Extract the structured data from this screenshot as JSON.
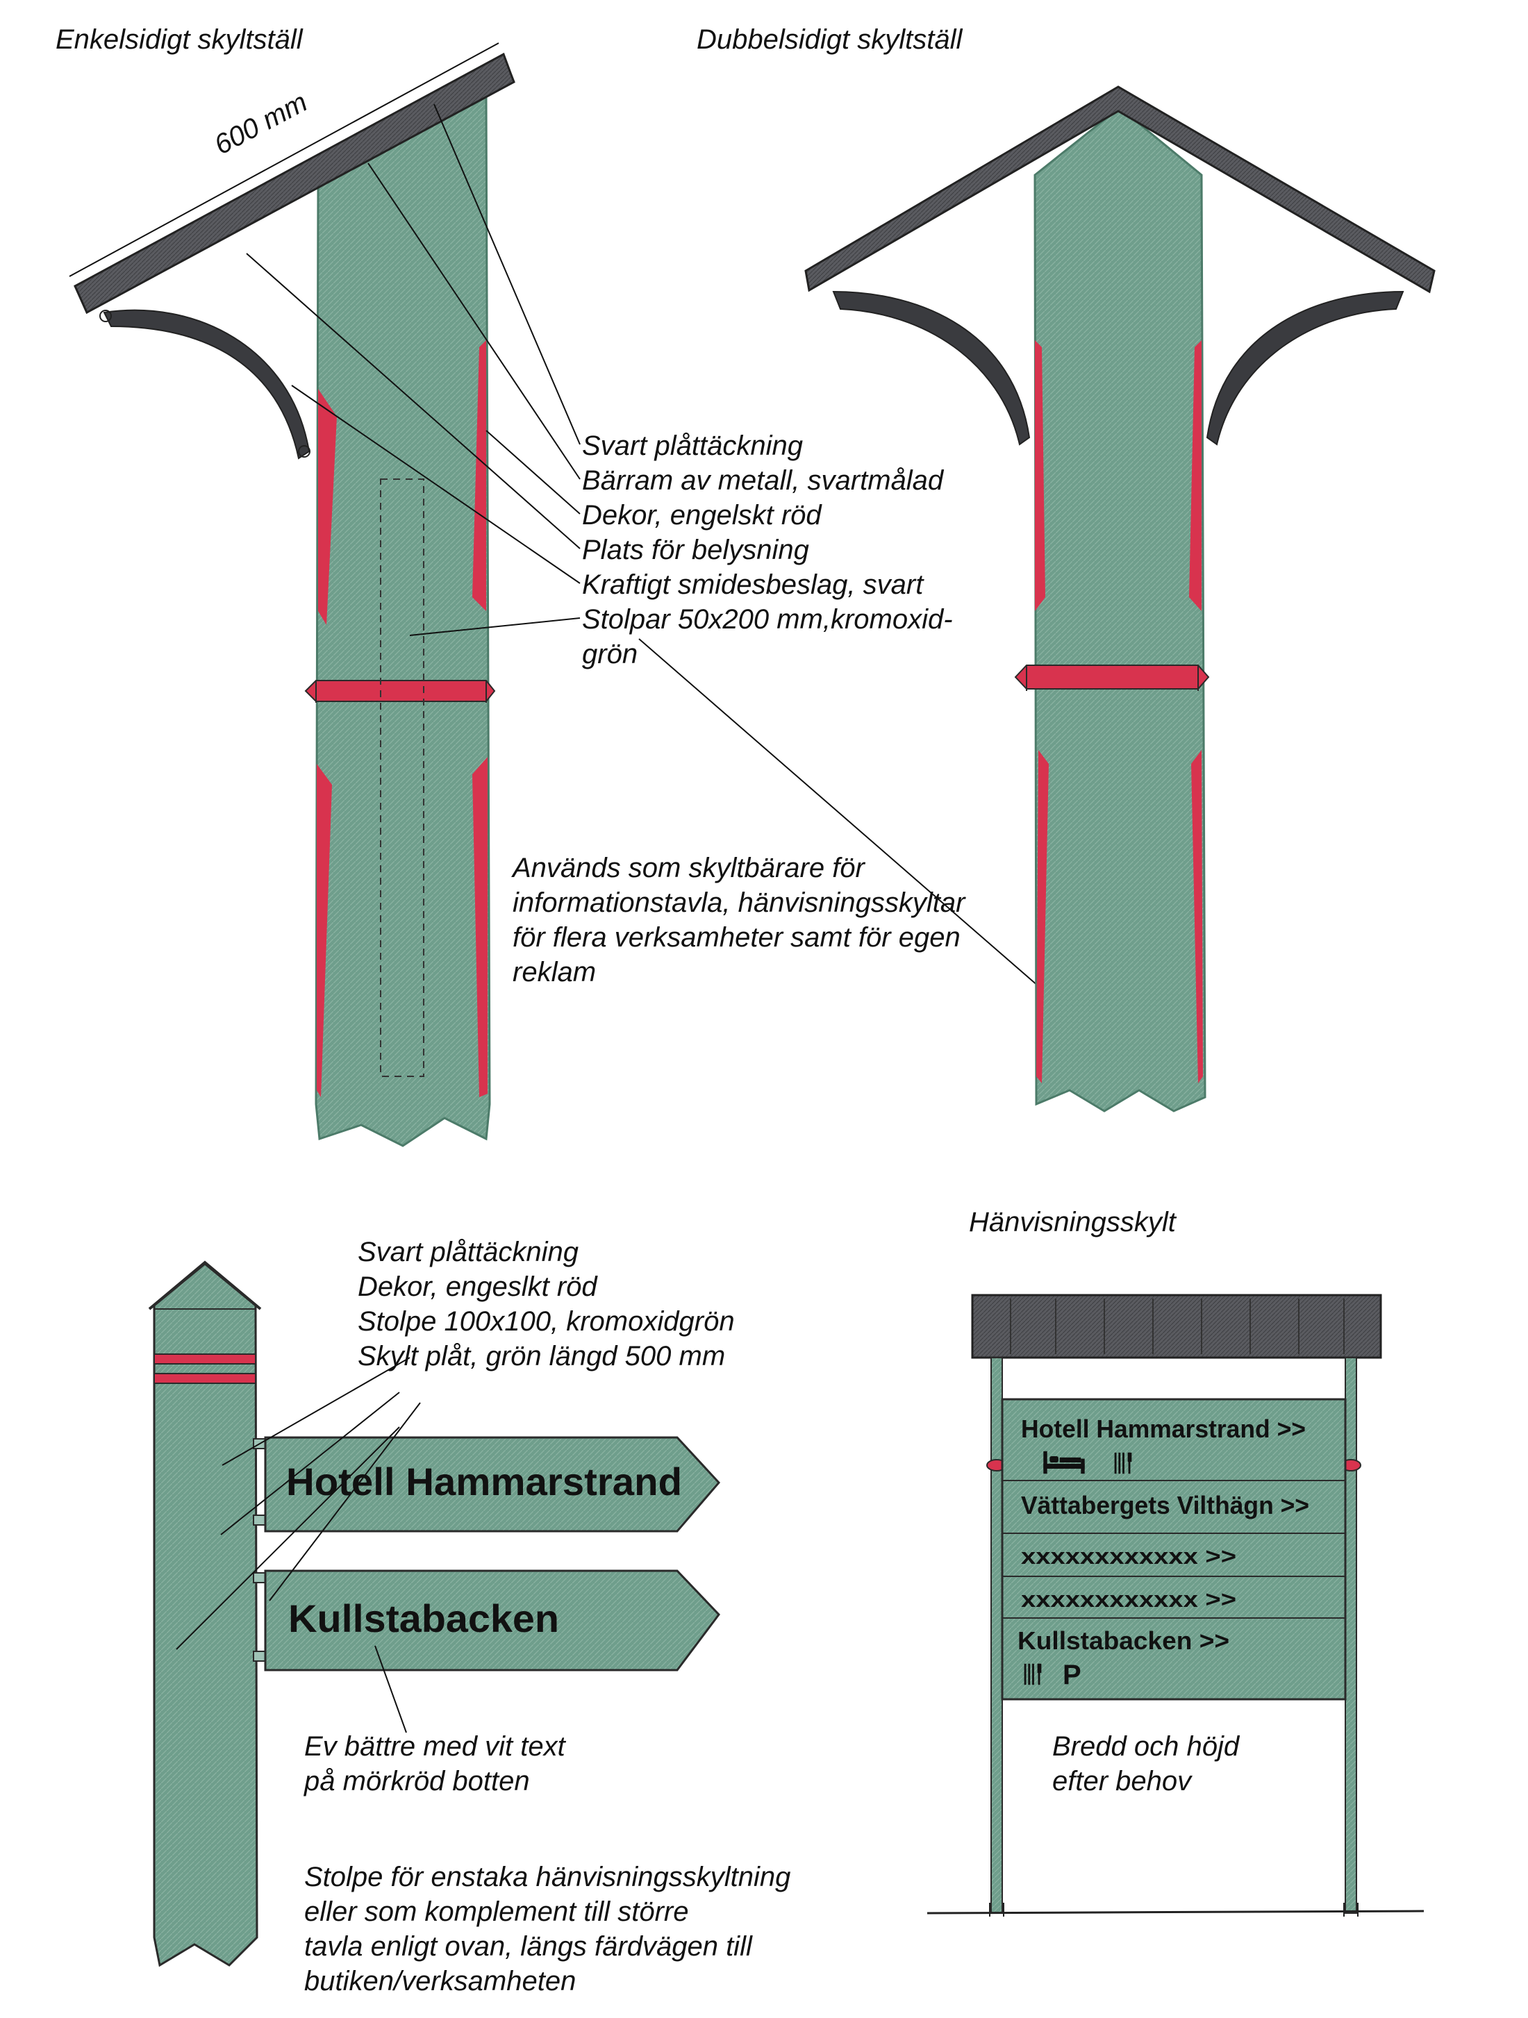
{
  "titles": {
    "single_stand": "Enkelsidigt skyltställ",
    "double_stand": "Dubbelsidigt skyltställ",
    "direction_sign": "Hänvisningsskylt"
  },
  "dimension_600": "600 mm",
  "single_stand_labels": [
    "Svart plåttäckning",
    "Bärram av metall, svartmålad",
    "Dekor, engelskt röd",
    "Plats för belysning",
    "Kraftigt smidesbeslag, svart",
    "Stolpar 50x200 mm,kromoxid-",
    "grön"
  ],
  "usage_note": [
    "Används som skyltbärare för",
    "informationstavla, hänvisningsskyltar",
    "för flera verksamheter samt för egen",
    "reklam"
  ],
  "post_labels": [
    "Svart plåttäckning",
    "Dekor, engeslkt röd",
    "Stolpe 100x100, kromoxidgrön",
    "Skylt plåt, grön längd 500 mm"
  ],
  "arrow_signs": [
    "Hotell Hammarstrand",
    "Kullstabacken"
  ],
  "better_note": [
    "Ev bättre med vit text",
    "på mörkröd botten"
  ],
  "post_note": [
    "Stolpe för enstaka hänvisningsskyltning",
    "eller som komplement till större",
    "tavla enligt ovan, längs färdvägen till",
    "butiken/verksamheten"
  ],
  "board_rows": [
    "Hotell Hammarstrand >>",
    "Vättabergets Vilthägn >>",
    "xxxxxxxxxxxx  >>",
    "xxxxxxxxxxxx  >>",
    "Kullstabacken  >>"
  ],
  "board_icons": {
    "hotel": [
      "bed-icon",
      "cutlery-icon"
    ],
    "kullstabacken": [
      "cutlery-icon",
      "parking-icon"
    ],
    "parking_letter": "P"
  },
  "size_note": [
    "Bredd och höjd",
    "efter behov"
  ],
  "colors": {
    "green": "#6f9e8c",
    "green_dark": "#4c7b69",
    "red": "#d8334e",
    "roof": "#55565a",
    "outline": "#2a2a2a"
  }
}
